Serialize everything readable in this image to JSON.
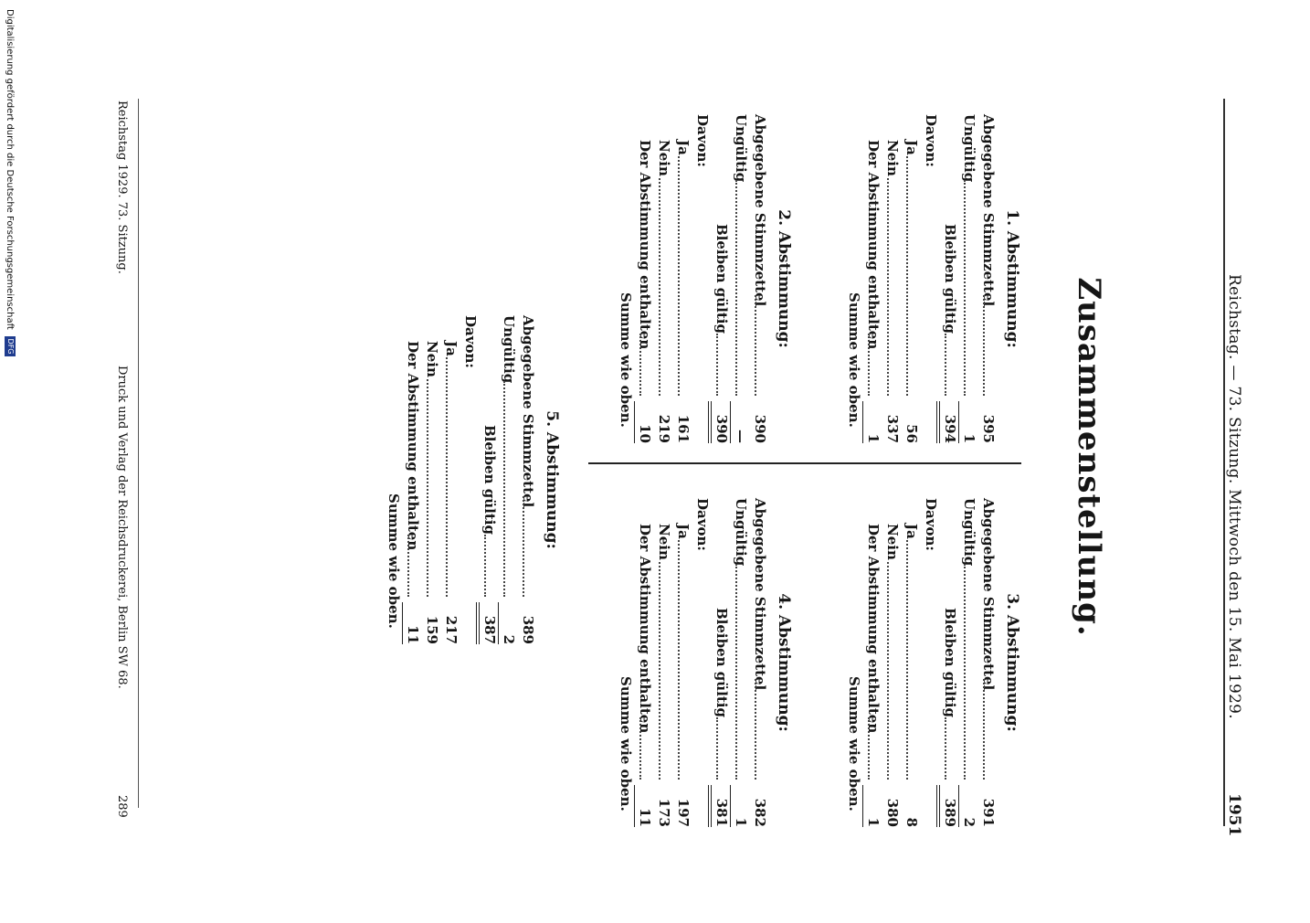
{
  "header": {
    "running_title": "Reichstag. — 73. Sitzung. Mittwoch den 15. Mai 1929.",
    "page_number": "1951"
  },
  "title": "Zusammenstellung.",
  "votes": [
    {
      "heading": "1. Abstimmung:",
      "abgegebene_label": "Abgegebene Stimmzettel",
      "abgegebene_value": "395",
      "ungueltig_label": "Ungültig",
      "ungueltig_value": "1",
      "gueltig_label": "Bleiben gültig",
      "gueltig_value": "394",
      "davon_label": "Davon:",
      "ja_label": "Ja",
      "ja_value": "56",
      "nein_label": "Nein",
      "nein_value": "337",
      "enthalten_label": "Der Abstimmung enthalten",
      "enthalten_value": "1",
      "summe_label": "Summe wie oben."
    },
    {
      "heading": "2. Abstimmung:",
      "abgegebene_label": "Abgegebene Stimmzettel",
      "abgegebene_value": "390",
      "ungueltig_label": "Ungültig",
      "ungueltig_value": "—",
      "gueltig_label": "Bleiben gültig",
      "gueltig_value": "390",
      "davon_label": "Davon:",
      "ja_label": "Ja",
      "ja_value": "161",
      "nein_label": "Nein",
      "nein_value": "219",
      "enthalten_label": "Der Abstimmung enthalten",
      "enthalten_value": "10",
      "summe_label": "Summe wie oben."
    },
    {
      "heading": "3. Abstimmung:",
      "abgegebene_label": "Abgegebene Stimmzettel",
      "abgegebene_value": "391",
      "ungueltig_label": "Ungültig",
      "ungueltig_value": "2",
      "gueltig_label": "Bleiben gültig",
      "gueltig_value": "389",
      "davon_label": "Davon:",
      "ja_label": "Ja",
      "ja_value": "8",
      "nein_label": "Nein",
      "nein_value": "380",
      "enthalten_label": "Der Abstimmung enthalten",
      "enthalten_value": "1",
      "summe_label": "Summe wie oben."
    },
    {
      "heading": "4. Abstimmung:",
      "abgegebene_label": "Abgegebene Stimmzettel",
      "abgegebene_value": "382",
      "ungueltig_label": "Ungültig",
      "ungueltig_value": "1",
      "gueltig_label": "Bleiben gültig",
      "gueltig_value": "381",
      "davon_label": "Davon:",
      "ja_label": "Ja",
      "ja_value": "197",
      "nein_label": "Nein",
      "nein_value": "173",
      "enthalten_label": "Der Abstimmung enthalten",
      "enthalten_value": "11",
      "summe_label": "Summe wie oben."
    },
    {
      "heading": "5. Abstimmung:",
      "abgegebene_label": "Abgegebene Stimmzettel",
      "abgegebene_value": "389",
      "ungueltig_label": "Ungültig",
      "ungueltig_value": "2",
      "gueltig_label": "Bleiben gültig",
      "gueltig_value": "387",
      "davon_label": "Davon:",
      "ja_label": "Ja",
      "ja_value": "217",
      "nein_label": "Nein",
      "nein_value": "159",
      "enthalten_label": "Der Abstimmung enthalten",
      "enthalten_value": "11",
      "summe_label": "Summe wie oben."
    }
  ],
  "footer": {
    "left": "Reichstag 1929. 73. Sitzung.",
    "center": "Druck und Verlag der Reichsdruckerei, Berlin SW 68.",
    "right": "289"
  },
  "digitization_note": "Digitalisierung gefördert durch die Deutsche Forschungsgemeinschaft",
  "dfg_logo_text": "DFG"
}
